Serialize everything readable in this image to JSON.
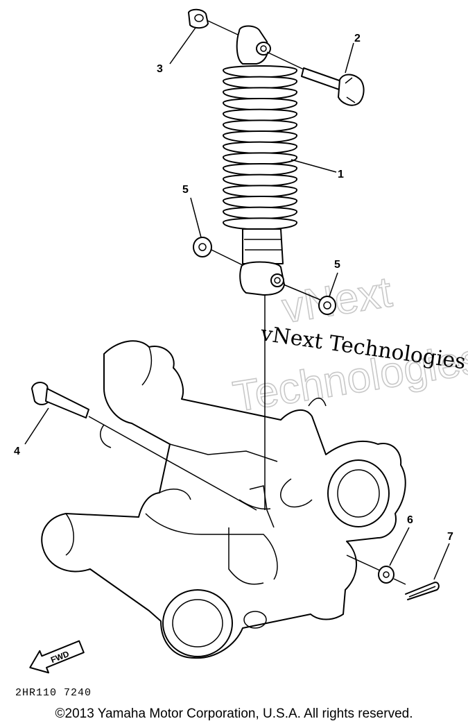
{
  "callouts": {
    "c1": "1",
    "c2": "2",
    "c3": "3",
    "c4": "4",
    "c5a": "5",
    "c5b": "5",
    "c6": "6",
    "c7": "7"
  },
  "fwd_label": "FWD",
  "diagram_code": "2HR110 7240",
  "watermark": {
    "line1": "vNext Technologies",
    "outline_line1": "vNext",
    "outline_line2": "Technologies"
  },
  "copyright": "©2013 Yamaha Motor Corporation, U.S.A. All rights reserved."
}
